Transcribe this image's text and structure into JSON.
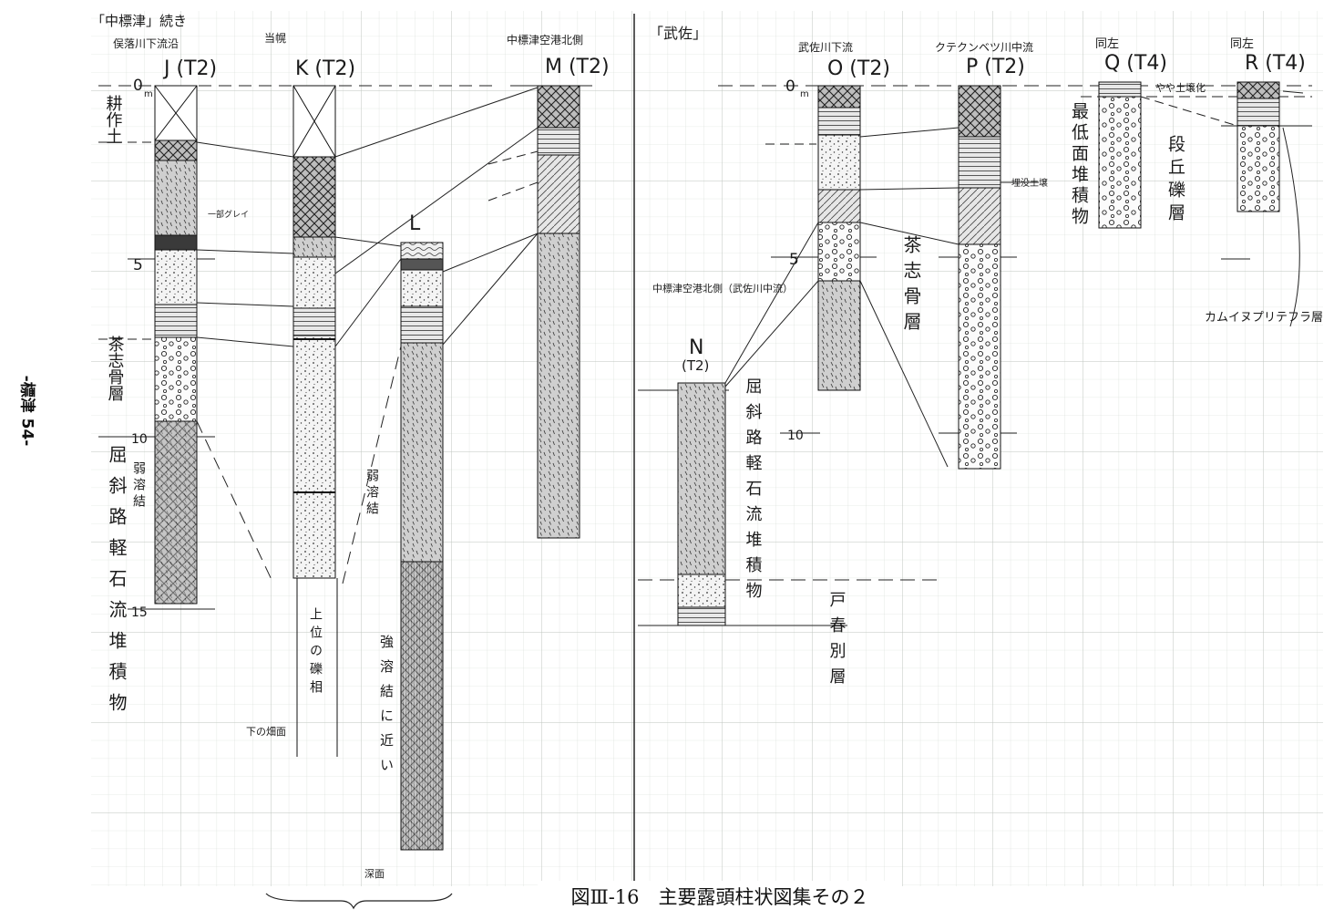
{
  "figure": {
    "caption": "図Ⅲ-16　主要露頭柱状図集その２",
    "side_label": "-標津 54-"
  },
  "group_labels": {
    "left": "「中標津」続き",
    "right": "「武佐」"
  },
  "columns": [
    {
      "id": "J",
      "label": "J (T2)",
      "location": "俣落川下流沿"
    },
    {
      "id": "K",
      "label": "K (T2)",
      "location": "当幌"
    },
    {
      "id": "L",
      "label": "L",
      "location": ""
    },
    {
      "id": "M",
      "label": "M (T2)",
      "location": "中標津空港北側"
    },
    {
      "id": "N",
      "label": "N",
      "sublabel": "(T2)",
      "location": "中標津空港北側（武佐川中流）"
    },
    {
      "id": "O",
      "label": "O (T2)",
      "location": "武佐川下流"
    },
    {
      "id": "P",
      "label": "P (T2)",
      "location": "クテクンベツ川中流"
    },
    {
      "id": "Q",
      "label": "Q (T4)",
      "location": "同左"
    },
    {
      "id": "R",
      "label": "R (T4)",
      "location": "同左"
    }
  ],
  "depth_ticks": {
    "j": [
      "0",
      "5",
      "10",
      "15"
    ],
    "o": [
      "0",
      "5",
      "10"
    ],
    "unit": "m"
  },
  "units": {
    "kosakudo": "耕作土",
    "chashibetsu_left": "茶志骨層",
    "chashibetsu_right": "茶志骨層",
    "kutcharo_j": "屈斜路軽石流堆積物",
    "kutcharo_n": "屈斜路軽石流堆積物",
    "toshunbetsu": "戸春別層",
    "saitei": "最低面堆積物",
    "dankyu": "段丘礫層",
    "kamuinupuri": "カムイヌプリテフラ層"
  },
  "notes": {
    "j_weak": "弱溶結",
    "j_glay": "一部グレイ",
    "k_upper": "上位の礫相",
    "k_bottom": "下の畑面",
    "l_weak": "弱溶結",
    "l_strong": "強溶結に近い",
    "l_bottom": "深面",
    "o_buried": "埋没土壌",
    "r_weather": "やや土壌化"
  }
}
